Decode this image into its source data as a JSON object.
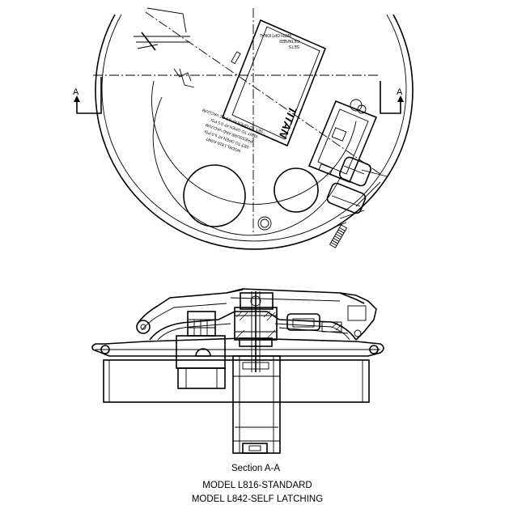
{
  "plan_view": {
    "section_mark_left": "A",
    "section_mark_right": "A",
    "latch_plate_brand": "TITAN",
    "latch_plate_text": [
      "WITH OPTIONAL",
      "RETAINER",
      "SETS"
    ],
    "lid_note": [
      "MODEL L816-ASMT",
      "SET TO OPEN AT 5.0 PSI",
      "PRESSURE AND VACUUM",
      "VENT TO OPEN AT 0.5 PSI",
      "SET TO OPEN AT 0.5 OZ VACUUM"
    ]
  },
  "section_view": {
    "caption": "Section A-A"
  },
  "models": {
    "line1": "MODEL L816-STANDARD",
    "line2": "MODEL L842-SELF LATCHING"
  }
}
